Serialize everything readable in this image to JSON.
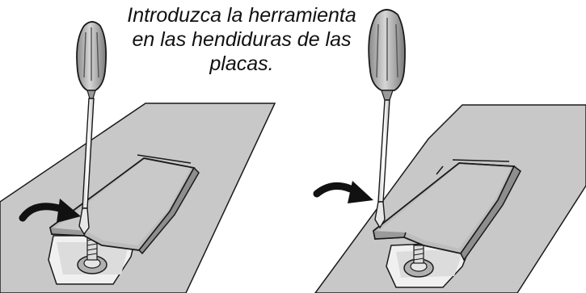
{
  "caption": {
    "line1": "Introduzca la herramienta",
    "line2": "en las hendiduras de las",
    "line3": "placas."
  },
  "colors": {
    "surface": "#c8c8c8",
    "plate": "#b9b9b9",
    "plate_light": "#d9d9d9",
    "slot": "#f2f2f2",
    "outline": "#1a1a1a",
    "arrow": "#111111"
  },
  "icons": {
    "tool": "screwdriver-icon",
    "motion": "curved-arrow-icon"
  }
}
